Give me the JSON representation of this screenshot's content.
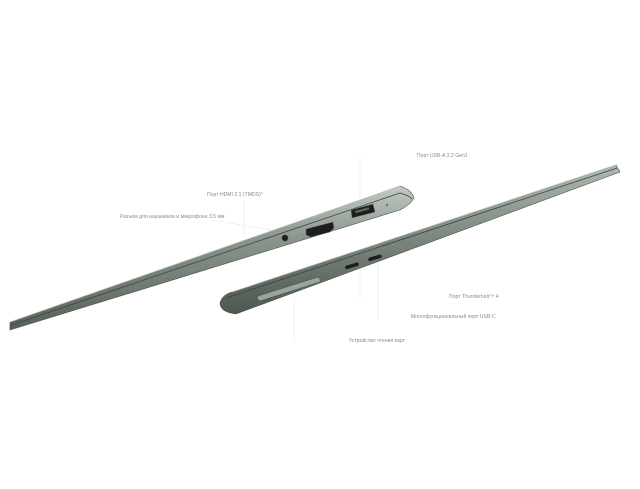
{
  "labels": {
    "usb_a": "Порт USB-A 3.2 Gen1",
    "hdmi": "Порт HDMI 2.1 (TMDS)*",
    "audio": "Разъем для наушников и микрофона 3,5 мм",
    "thunderbolt": "Порт Thunderbolt™ 4",
    "usb_c": "Многофункциональный порт USB-C",
    "card_reader": "Устройство чтения карт"
  },
  "colors": {
    "body": "#7e8a80",
    "body_dark": "#4a544c",
    "body_light": "#b9c2bb",
    "port": "#1c1e1d",
    "leader": "#e6e6e6"
  }
}
